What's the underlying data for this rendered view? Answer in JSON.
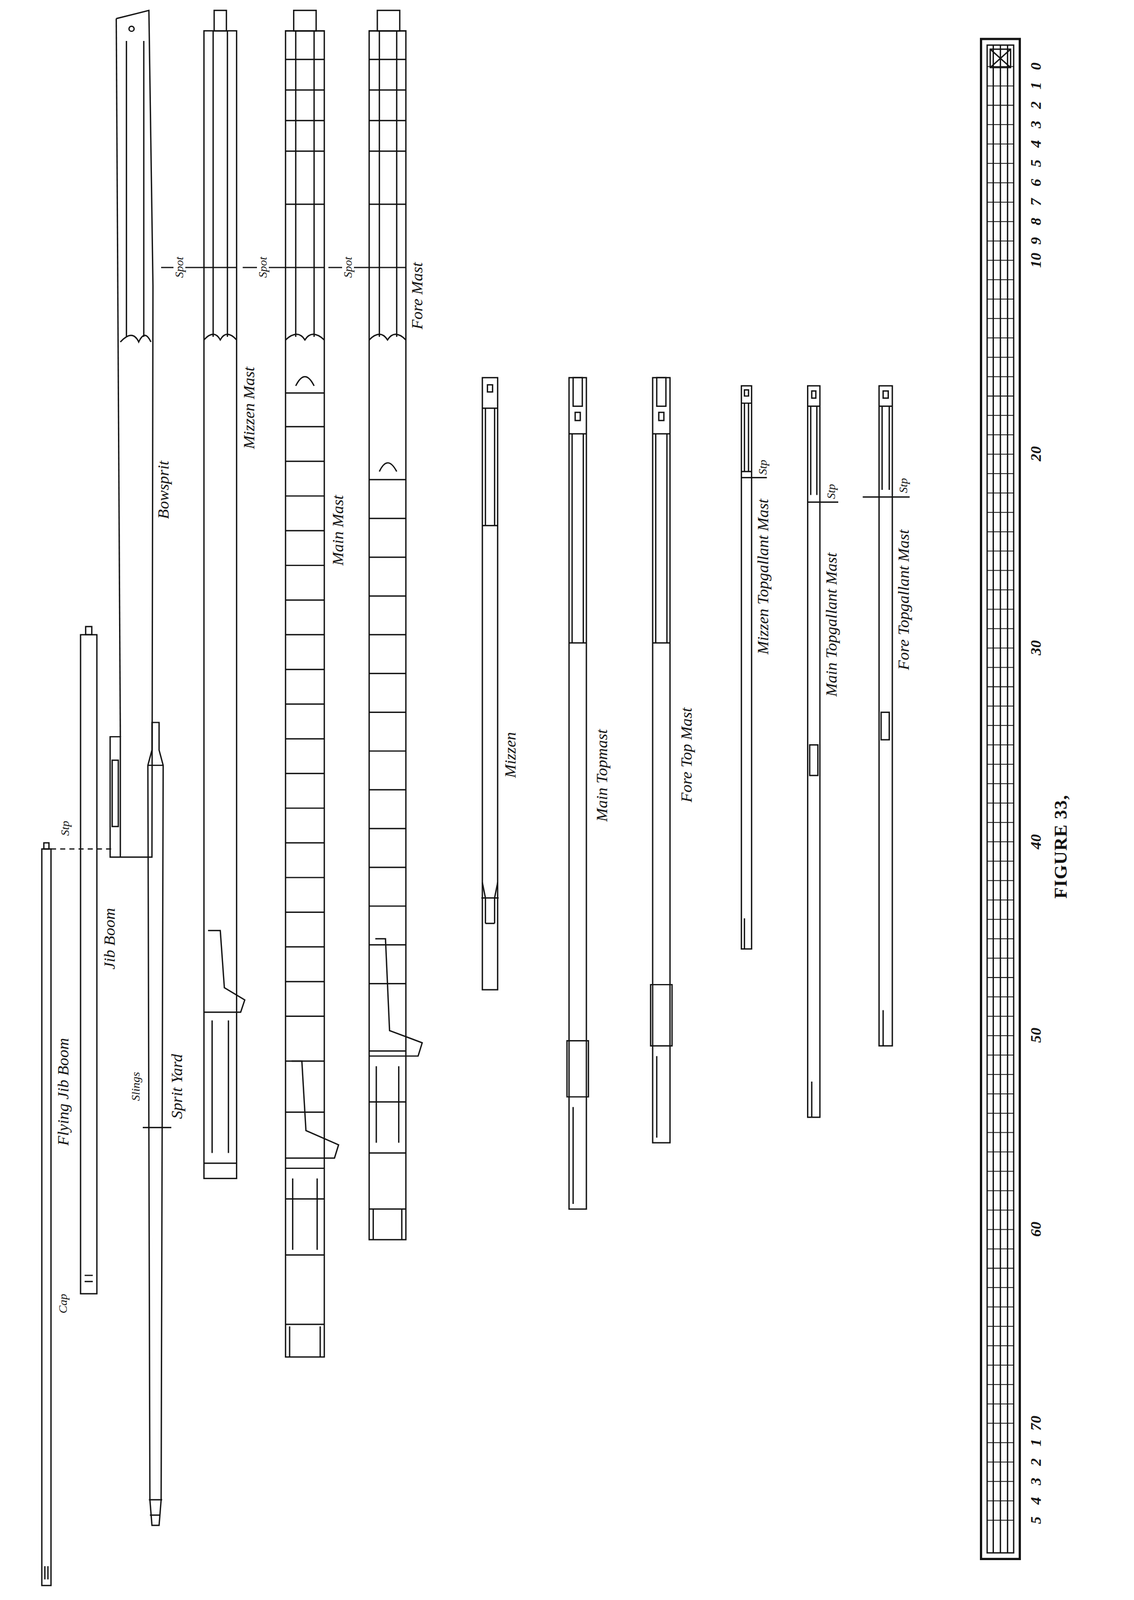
{
  "diagram": {
    "caption": "FIGURE 33,",
    "labels": [
      "Bowsprit",
      "Spot",
      "Mizzen Mast",
      "Spot",
      "Main Mast",
      "Spot",
      "Fore Mast",
      "Mizzen",
      "Main Topmast",
      "Fore Top Mast",
      "Stp",
      "Mizzen Topgallant Mast",
      "Stp",
      "Main Topgallant Mast",
      "Stp",
      "Fore Topgallant Mast",
      "Flying Jib Boom",
      "Stp",
      "Cap",
      "Jib Boom",
      "Slings",
      "Sprit Yard",
      "0",
      "1",
      "2",
      "3",
      "4",
      "5",
      "6",
      "7",
      "8",
      "9",
      "10",
      "20",
      "30",
      "40",
      "50",
      "60",
      "70",
      "1",
      "2",
      "3",
      "4",
      "5"
    ]
  }
}
